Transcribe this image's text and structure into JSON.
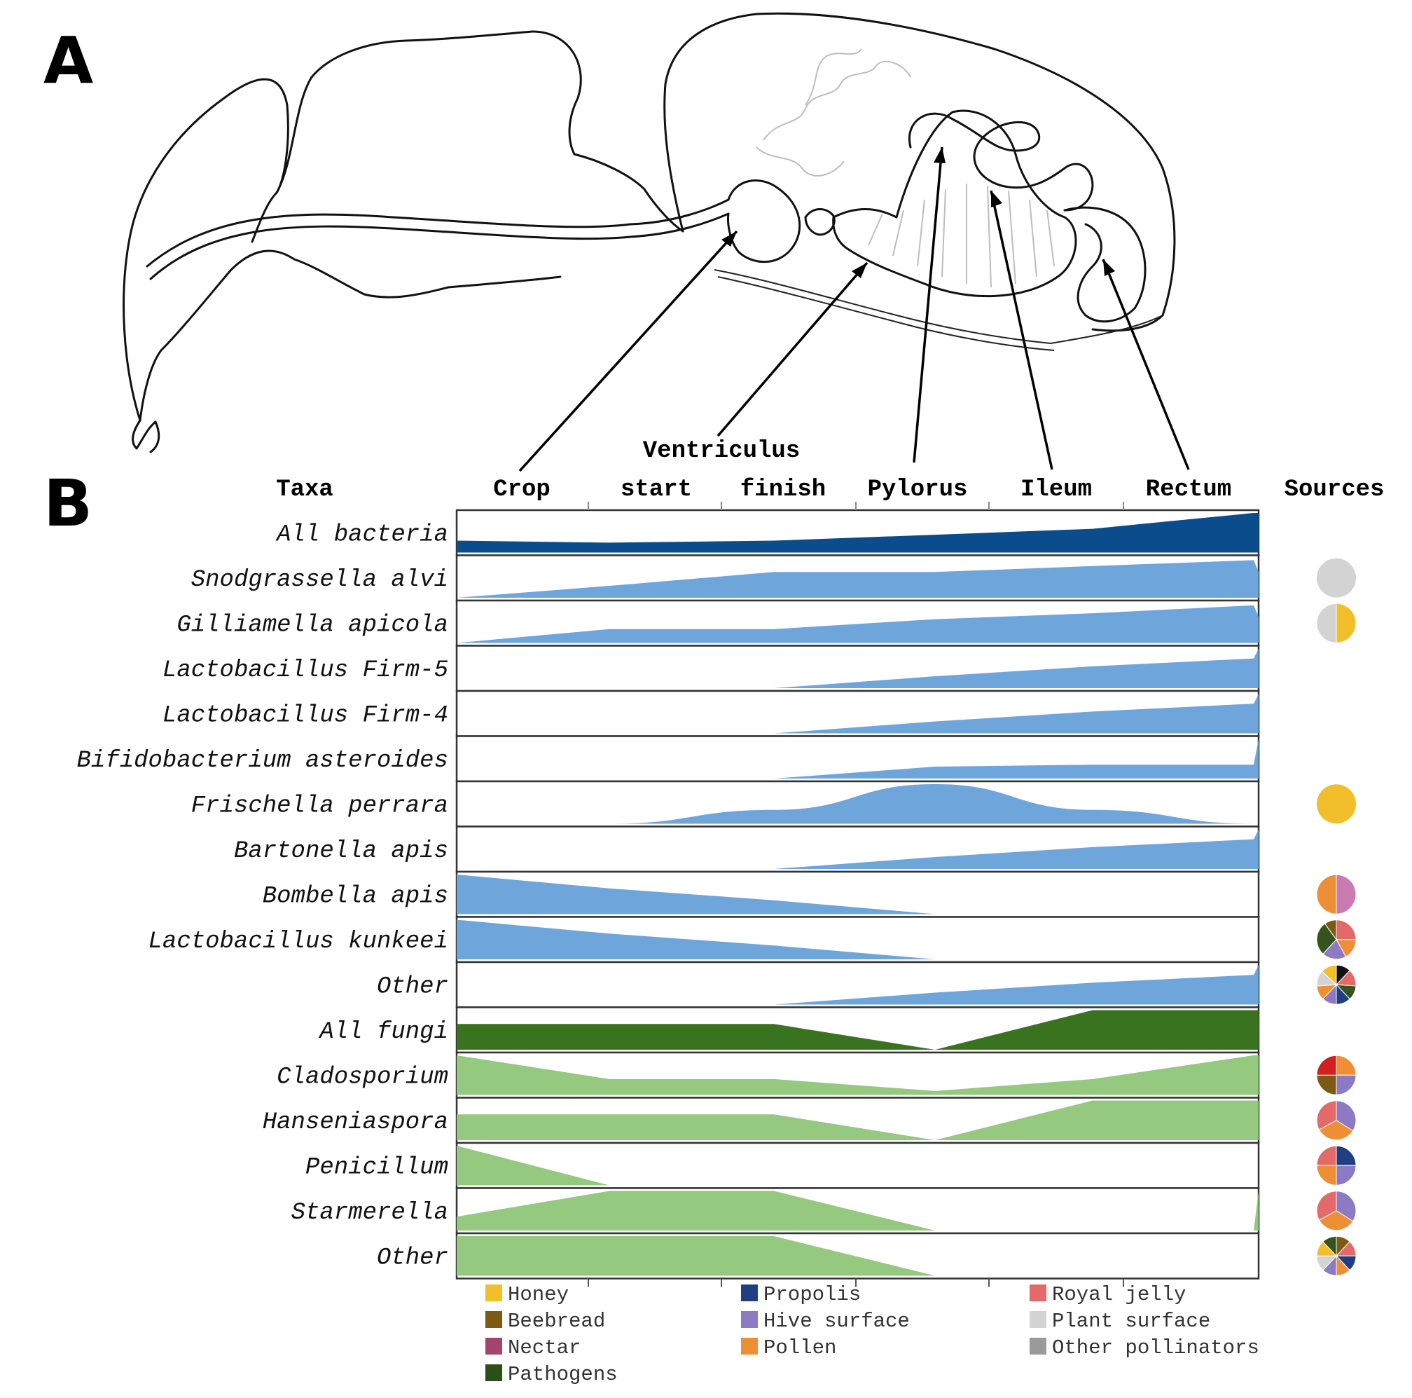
{
  "panels": {
    "a": "A",
    "b": "B"
  },
  "columns": {
    "taxa": "Taxa",
    "sources": "Sources",
    "group_label": "Ventriculus",
    "sections": [
      "Crop",
      "start",
      "finish",
      "Pylorus",
      "Ileum",
      "Rectum"
    ]
  },
  "colors": {
    "bacteria_dark": "#0b4c8c",
    "bacteria_light": "#6ea6dc",
    "fungi_dark": "#3a7320",
    "fungi_light": "#95c97f"
  },
  "taxa": [
    {
      "name": "All bacteria",
      "kind": "bacteria-total",
      "levels": [
        0.3,
        0.25,
        0.3,
        0.45,
        0.6,
        1.0,
        1.0
      ]
    },
    {
      "name": "Snodgrassella alvi",
      "kind": "bacteria",
      "levels": [
        0.0,
        0.3,
        0.65,
        0.65,
        0.8,
        0.95,
        0.65
      ],
      "sources": [
        {
          "color": "#d3d3d3",
          "share": 1
        }
      ]
    },
    {
      "name": "Gilliamella apicola",
      "kind": "bacteria",
      "levels": [
        0.0,
        0.35,
        0.35,
        0.6,
        0.75,
        0.95,
        0.65
      ],
      "sources": [
        {
          "color": "#f0bf2a",
          "share": 0.5
        },
        {
          "color": "#d3d3d3",
          "share": 0.5
        }
      ]
    },
    {
      "name": "Lactobacillus Firm-5",
      "kind": "bacteria",
      "levels": [
        0.0,
        0.0,
        0.0,
        0.3,
        0.55,
        0.75,
        1.0
      ]
    },
    {
      "name": "Lactobacillus Firm-4",
      "kind": "bacteria",
      "levels": [
        0.0,
        0.0,
        0.0,
        0.3,
        0.55,
        0.75,
        1.0
      ]
    },
    {
      "name": "Bifidobacterium asteroides",
      "kind": "bacteria",
      "levels": [
        0.0,
        0.0,
        0.0,
        0.3,
        0.35,
        0.35,
        1.0
      ]
    },
    {
      "name": "Frischella perrara",
      "kind": "bacteria",
      "levels": [
        0.0,
        0.0,
        0.35,
        1.0,
        0.35,
        0.0,
        0.0
      ],
      "smooth": true,
      "sources": [
        {
          "color": "#f0bf2a",
          "share": 1
        }
      ]
    },
    {
      "name": "Bartonella apis",
      "kind": "bacteria",
      "levels": [
        0.0,
        0.0,
        0.0,
        0.3,
        0.55,
        0.75,
        1.0
      ]
    },
    {
      "name": "Bombella apis",
      "kind": "bacteria",
      "levels": [
        1.0,
        0.65,
        0.35,
        0.0,
        0.0,
        0.0,
        0.0
      ],
      "sources": [
        {
          "color": "#c97bb2",
          "share": 0.5
        },
        {
          "color": "#ed8f35",
          "share": 0.5
        }
      ]
    },
    {
      "name": "Lactobacillus kunkeei",
      "kind": "bacteria",
      "levels": [
        1.0,
        0.65,
        0.35,
        0.0,
        0.0,
        0.0,
        0.0
      ],
      "sources": [
        {
          "color": "#e46a6a",
          "share": 0.25
        },
        {
          "color": "#ed8f35",
          "share": 0.17
        },
        {
          "color": "#8d7ac4",
          "share": 0.2
        },
        {
          "color": "#35541d",
          "share": 0.28
        },
        {
          "color": "#7d5a12",
          "share": 0.1
        }
      ]
    },
    {
      "name": "Other",
      "kind": "bacteria",
      "levels": [
        0.0,
        0.0,
        0.0,
        0.3,
        0.55,
        0.75,
        1.0
      ],
      "sources": [
        {
          "color": "#111111",
          "share": 0.12
        },
        {
          "color": "#e46a6a",
          "share": 0.14
        },
        {
          "color": "#35541d",
          "share": 0.12
        },
        {
          "color": "#1f3f82",
          "share": 0.12
        },
        {
          "color": "#8d7ac4",
          "share": 0.12
        },
        {
          "color": "#ed8f35",
          "share": 0.12
        },
        {
          "color": "#d3d3d3",
          "share": 0.13
        },
        {
          "color": "#f0bf2a",
          "share": 0.13
        }
      ]
    },
    {
      "name": "All fungi",
      "kind": "fungi-total",
      "levels": [
        0.65,
        0.65,
        0.65,
        0.0,
        1.0,
        1.0,
        1.0
      ]
    },
    {
      "name": "Cladosporium",
      "kind": "fungi",
      "levels": [
        1.0,
        0.4,
        0.4,
        0.1,
        0.4,
        1.0,
        1.0
      ],
      "sources": [
        {
          "color": "#ed8f35",
          "share": 0.25
        },
        {
          "color": "#8d7ac4",
          "share": 0.25
        },
        {
          "color": "#7d5a12",
          "share": 0.25
        },
        {
          "color": "#d21f1f",
          "share": 0.25
        }
      ]
    },
    {
      "name": "Hanseniaspora",
      "kind": "fungi",
      "levels": [
        0.65,
        0.65,
        0.65,
        0.0,
        1.0,
        1.0,
        1.0
      ],
      "sources": [
        {
          "color": "#8d7ac4",
          "share": 0.34
        },
        {
          "color": "#ed8f35",
          "share": 0.33
        },
        {
          "color": "#e46a6a",
          "share": 0.33
        }
      ]
    },
    {
      "name": "Penicillum",
      "kind": "fungi",
      "levels": [
        1.0,
        0.0,
        0.0,
        0.0,
        0.0,
        0.0,
        0.0
      ],
      "sources": [
        {
          "color": "#1f3f82",
          "share": 0.25
        },
        {
          "color": "#8d7ac4",
          "share": 0.25
        },
        {
          "color": "#ed8f35",
          "share": 0.25
        },
        {
          "color": "#e46a6a",
          "share": 0.25
        }
      ]
    },
    {
      "name": "Starmerella",
      "kind": "fungi",
      "levels": [
        0.35,
        1.0,
        1.0,
        0.0,
        0.0,
        0.0,
        1.0
      ],
      "sources": [
        {
          "color": "#8d7ac4",
          "share": 0.34
        },
        {
          "color": "#ed8f35",
          "share": 0.33
        },
        {
          "color": "#e46a6a",
          "share": 0.33
        }
      ]
    },
    {
      "name": "Other",
      "kind": "fungi",
      "levels": [
        1.0,
        1.0,
        1.0,
        0.0,
        0.0,
        0.0,
        0.0
      ],
      "sources": [
        {
          "color": "#7d5a12",
          "share": 0.12
        },
        {
          "color": "#e46a6a",
          "share": 0.13
        },
        {
          "color": "#1f3f82",
          "share": 0.13
        },
        {
          "color": "#ed8f35",
          "share": 0.12
        },
        {
          "color": "#8d7ac4",
          "share": 0.12
        },
        {
          "color": "#d3d3d3",
          "share": 0.13
        },
        {
          "color": "#f0bf2a",
          "share": 0.13
        },
        {
          "color": "#35541d",
          "share": 0.12
        }
      ]
    }
  ],
  "legend": [
    {
      "label": "Honey",
      "color": "#f0bf2a"
    },
    {
      "label": "Beebread",
      "color": "#7d5a12"
    },
    {
      "label": "Nectar",
      "color": "#a3446f"
    },
    {
      "label": "Pathogens",
      "color": "#2c4f18"
    },
    {
      "label": "Propolis",
      "color": "#1f3f82"
    },
    {
      "label": "Hive surface",
      "color": "#8d7ac4"
    },
    {
      "label": "Pollen",
      "color": "#ed8f35"
    },
    {
      "label": "Royal jelly",
      "color": "#e46a6a"
    },
    {
      "label": "Plant surface",
      "color": "#d3d3d3"
    },
    {
      "label": "Other pollinators",
      "color": "#9a9a9a"
    }
  ]
}
